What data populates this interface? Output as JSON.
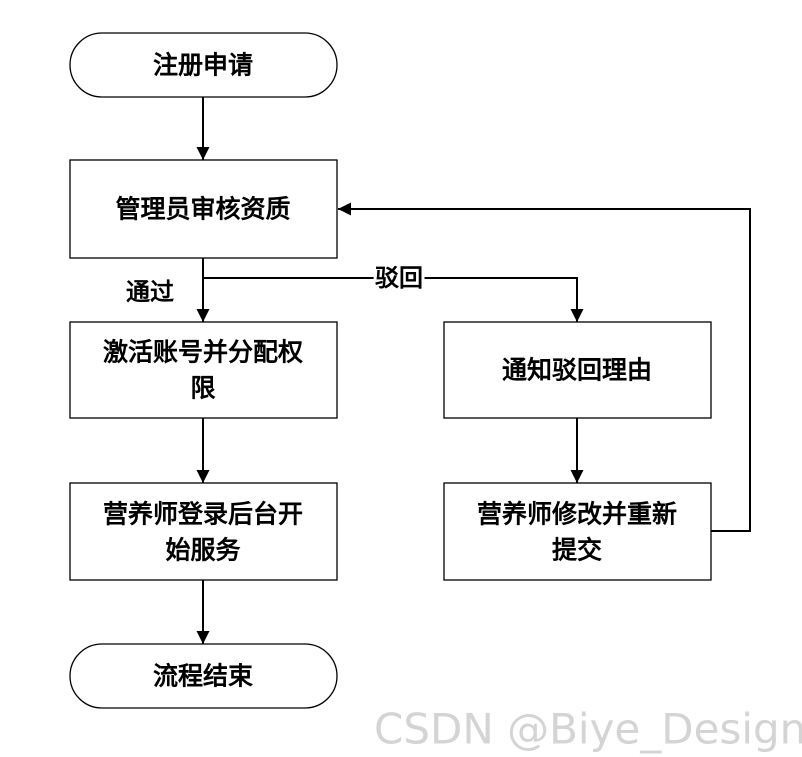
{
  "flowchart": {
    "nodes": {
      "register": "注册申请",
      "review": "管理员审核资质",
      "activate": [
        "激活账号并分配权",
        "限"
      ],
      "login": [
        "营养师登录后台开",
        "始服务"
      ],
      "end": "流程结束",
      "notify": "通知驳回理由",
      "resubmit": [
        "营养师修改并重新",
        "提交"
      ]
    },
    "edges": {
      "pass_label": "通过",
      "reject_label": "驳回"
    }
  },
  "watermark": "CSDN @Biye_Design"
}
